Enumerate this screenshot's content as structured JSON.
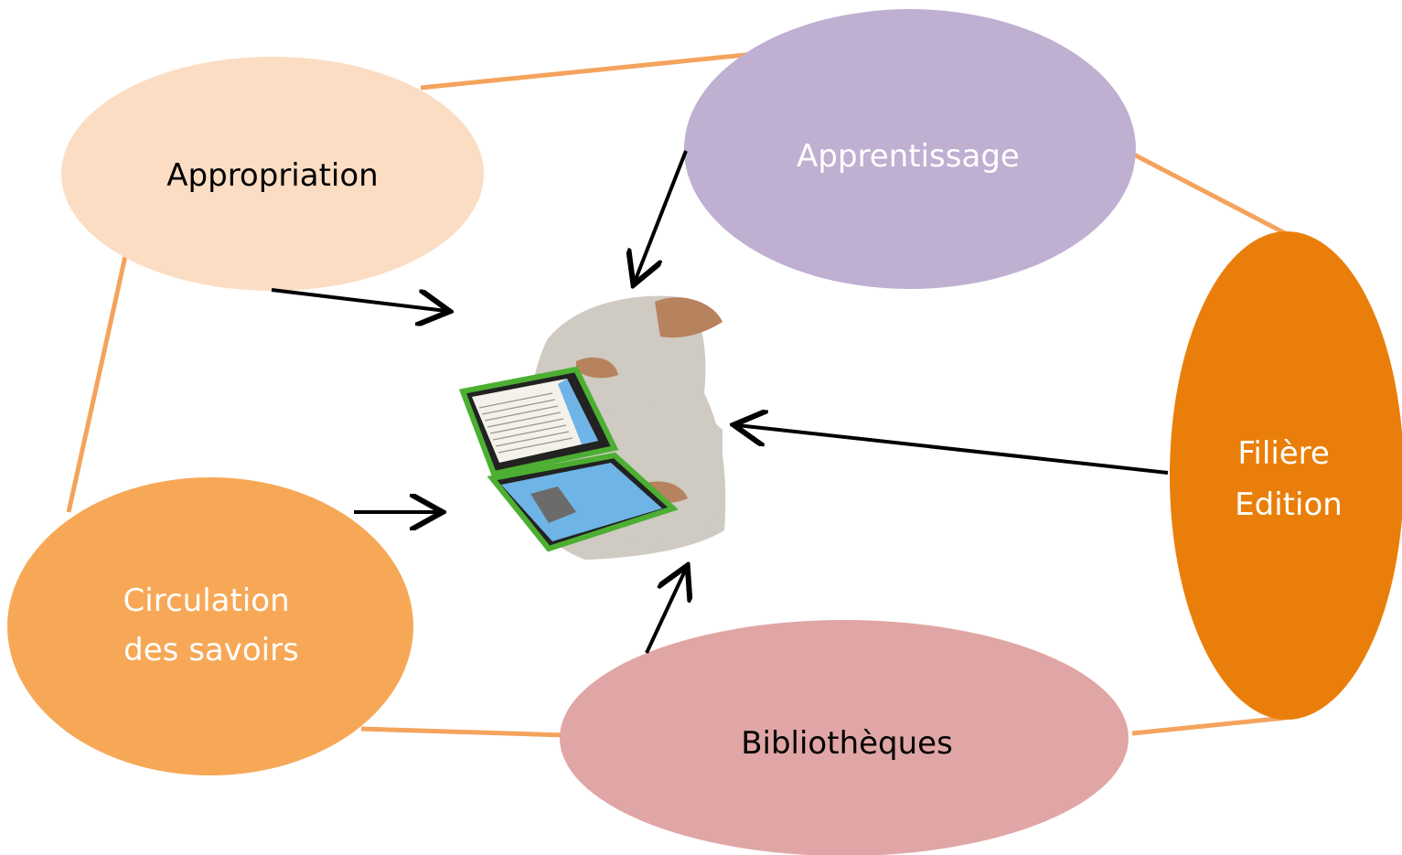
{
  "diagram": {
    "nodes": [
      {
        "id": "appropriation",
        "lines": [
          "Appropriation"
        ],
        "fill": "#FBDDC3",
        "text_color": "#000000"
      },
      {
        "id": "apprentissage",
        "lines": [
          "Apprentissage"
        ],
        "fill": "#BFAFD1",
        "text_color": "#FFFFFF"
      },
      {
        "id": "filiere-edition",
        "lines": [
          "Filière",
          "Edition"
        ],
        "fill": "#E97F0A",
        "text_color": "#FFFFFF"
      },
      {
        "id": "bibliotheques",
        "lines": [
          "Bibliothèques"
        ],
        "fill": "#E0A6A5",
        "text_color": "#000000"
      },
      {
        "id": "circulation-savoirs",
        "lines": [
          "Circulation",
          "des savoirs"
        ],
        "fill": "#F7A857",
        "text_color": "#FFFFFF"
      }
    ],
    "center_image": {
      "icon": "child-with-dual-screen-tablet",
      "colors": {
        "device_frame": "#4CAF32",
        "page": "#F4F1EA",
        "illustration": "#6FB4E6",
        "clothing": "#CFCAC2",
        "skin": "#B7825E"
      }
    },
    "connector_color": "#F4A35C",
    "arrow_color": "#000000"
  }
}
